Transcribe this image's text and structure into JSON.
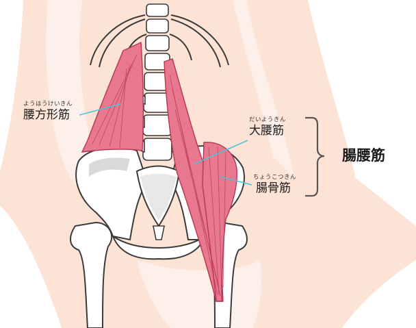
{
  "labels": {
    "quadratus": {
      "ruby": "ようほうけいきん",
      "name": "腰方形筋"
    },
    "psoas_major": {
      "ruby": "だいようきん",
      "name": "大腰筋"
    },
    "iliacus": {
      "ruby": "ちょうこつきん",
      "name": "腸骨筋"
    },
    "iliopsoas": {
      "name": "腸腰筋"
    }
  },
  "colors": {
    "skin": "#fde3d6",
    "skin_light": "#fdf0ea",
    "bone": "#ffffff",
    "bone_shade": "#d9d9d9",
    "outline": "#3a3a3a",
    "muscle": "#e8788f",
    "muscle_line": "#b8344f",
    "leader": "#4fc3d6",
    "bracket": "#555555"
  }
}
